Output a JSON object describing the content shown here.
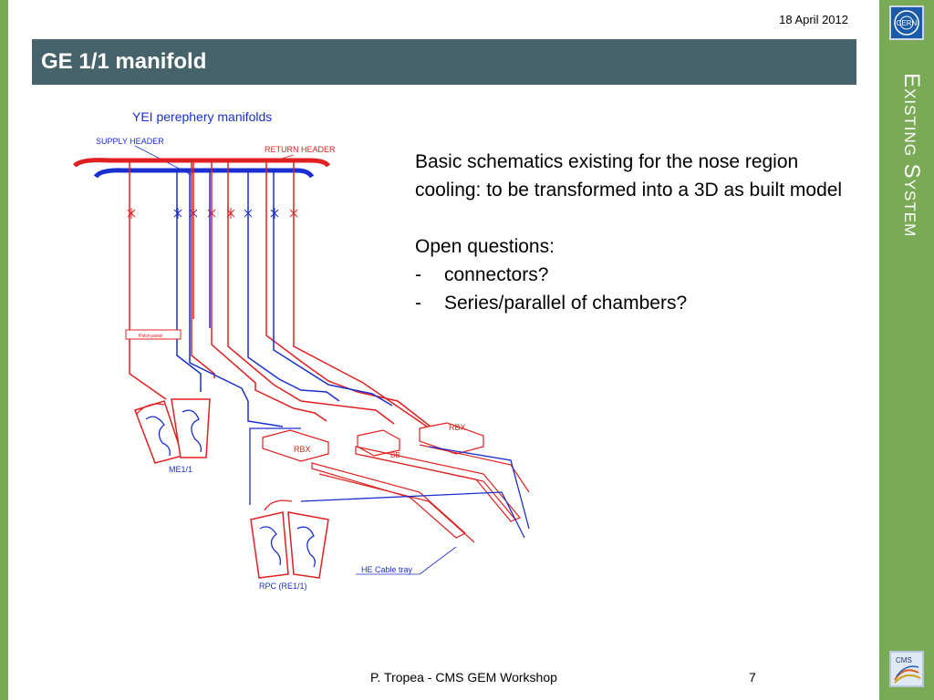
{
  "header": {
    "date": "18 April 2012",
    "title": "GE 1/1 manifold"
  },
  "sidebar": {
    "section": "Existing System"
  },
  "logos": {
    "top": "CERN",
    "bottom": "CMS"
  },
  "content": {
    "paragraph": "Basic schematics existing for the nose region cooling: to be transformed into a 3D as built model",
    "questions_heading": "Open questions:",
    "questions": [
      "connectors?",
      "Series/parallel of chambers?"
    ],
    "bullet_marker": "-"
  },
  "diagram": {
    "title": "YEI perephery manifolds",
    "supply_label": "SUPPLY HEADER",
    "return_label": "RETURN HEADER",
    "patch_panel_label": "Patch panel",
    "me11_label": "ME1/1",
    "rpc_label": "RPC (RE1/1)",
    "rbx_label_1": "RBX",
    "rbx_label_2": "RBX",
    "bb_label": "BB",
    "cable_tray_label": "HE Cable tray",
    "colors": {
      "supply": "#1a2fd0",
      "return": "#e02020",
      "label": "#1a2fd0"
    }
  },
  "footer": {
    "author": "P. Tropea - CMS GEM Workshop",
    "page": "7"
  }
}
